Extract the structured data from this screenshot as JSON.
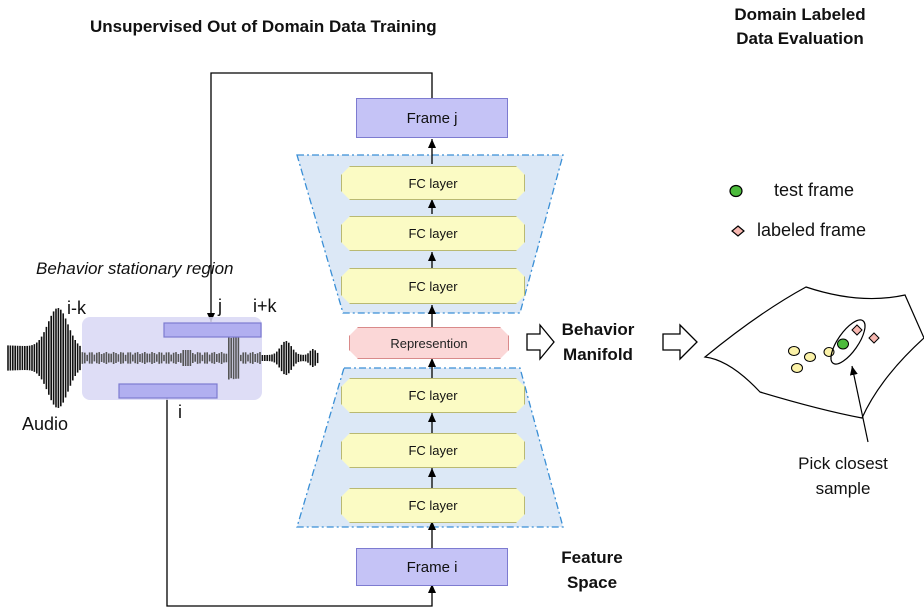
{
  "titles": {
    "training": "Unsupervised  Out of Domain Data Training",
    "evaluation_line1": "Domain Labeled",
    "evaluation_line2": "Data Evaluation"
  },
  "audio": {
    "region_label": "Behavior stationary region",
    "i_minus_k": "i-k",
    "i_plus_k": "i+k",
    "j": "j",
    "i": "i",
    "audio_label": "Audio"
  },
  "network": {
    "frame_top": "Frame j",
    "frame_bottom": "Frame i",
    "fc_label": "FC layer",
    "representation": "Represention",
    "behavior_manifold_line1": "Behavior",
    "behavior_manifold_line2": "Manifold",
    "feature_space_line1": "Feature",
    "feature_space_line2": "Space"
  },
  "legend": {
    "test_frame": "test frame",
    "labeled_frame": "labeled frame"
  },
  "manifold": {
    "pick_line1": "Pick closest",
    "pick_line2": "sample"
  },
  "colors": {
    "frame_fill": "#c5c3f6",
    "fc_fill": "#fbfbc4",
    "representation_fill": "#fbd7d7",
    "encoder_bg": "#dce8f6",
    "dashed_border": "#3a8fd6",
    "test_point": "#4cbb3c",
    "labeled_point": "#f7b7b0",
    "unlabeled_point": "#fbf2a8"
  }
}
